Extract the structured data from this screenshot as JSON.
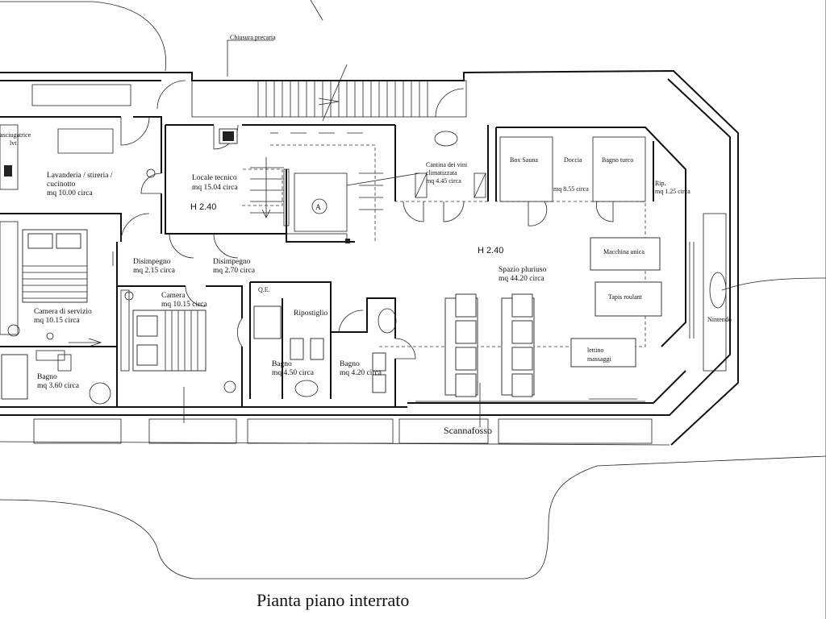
{
  "caption": "Pianta piano interrato",
  "annotations": {
    "chiusura": "Chiusura precaria",
    "scannafosso": "Scannafosso",
    "nintendo": "Nintendo",
    "stair_mark": "A"
  },
  "heights": {
    "locale_tecnico": "H 2.40",
    "spazio": "H 2.40"
  },
  "rooms": {
    "asciugatrice": {
      "line1": "asciugatrice",
      "line2": "lvt"
    },
    "lavanderia": {
      "line1": "Lavanderia / stireria /",
      "line2": "cucinotto",
      "area": "mq 10.00 circa"
    },
    "locale_tecnico": {
      "name": "Locale tecnico",
      "area": "mq 15.04 circa"
    },
    "cantina": {
      "line1": "Cantina dei vini",
      "line2": "climatizzata",
      "area": "mq 4.45 circa"
    },
    "box_sauna": {
      "name": "Box Sauna"
    },
    "doccia": {
      "name": "Doccia",
      "area": "mq 8.55 circa"
    },
    "bagno_turco": {
      "name": "Bagno turco"
    },
    "ripostiglio_small": {
      "name": "Rip.",
      "area": "mq 1.25 circa"
    },
    "camera_servizio": {
      "name": "Camera di servizio",
      "area": "mq 10.15 circa"
    },
    "disimpegno_1": {
      "name": "Disimpegno",
      "area": "mq 2.15 circa"
    },
    "disimpegno_2": {
      "name": "Disimpegno",
      "area": "mq 2.70 circa"
    },
    "camera": {
      "name": "Camera",
      "area": "mq 10.15 circa"
    },
    "qe": {
      "name": "Q.E."
    },
    "ripostiglio": {
      "name": "Ripostiglio"
    },
    "bagno_1": {
      "name": "Bagno",
      "area": "mq 3.60 circa"
    },
    "bagno_2": {
      "name": "Bagno",
      "area": "mq 4.50 circa"
    },
    "bagno_3": {
      "name": "Bagno",
      "area": "mq 4.20 circa"
    },
    "spazio": {
      "name": "Spazio pluriuso",
      "area": "mq 44.20 circa"
    }
  },
  "furniture": {
    "macchina": "Macchina unica",
    "tapis": "Tapis roulant",
    "lettino": {
      "line1": "lettino",
      "line2": "massaggi"
    }
  }
}
